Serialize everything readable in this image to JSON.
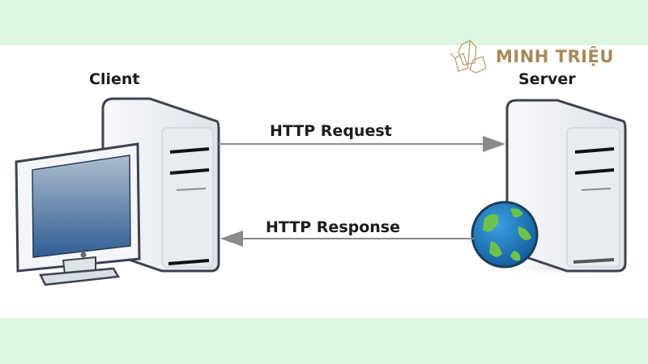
{
  "branding": {
    "logo_text": "MINH TRIỆU",
    "logo_icon": "crystal-icon",
    "logo_color": "#a8895a"
  },
  "diagram": {
    "client_label": "Client",
    "server_label": "Server",
    "request_label": "HTTP Request",
    "response_label": "HTTP Response",
    "request_direction": "client-to-server",
    "response_direction": "server-to-client"
  },
  "colors": {
    "band": "#dff7e2",
    "arrow": "#8a8a8a",
    "screen_top": "#a9b9cc",
    "screen_bottom": "#2f5e93",
    "globe_ocean": "#1f7fc4",
    "globe_land": "#6cc24a"
  }
}
